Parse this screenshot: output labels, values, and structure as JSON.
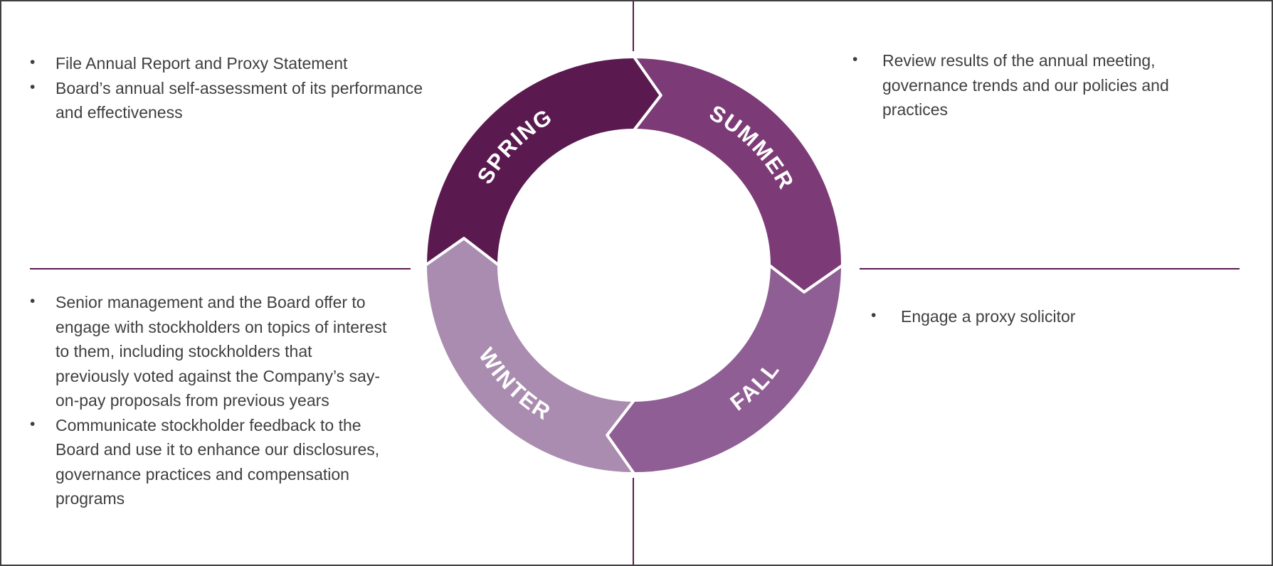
{
  "colors": {
    "spring": "#5A1A50",
    "summer": "#7C3B76",
    "fall": "#8F5E94",
    "winter": "#A98CAF",
    "line": "#5A1A50",
    "text": "#3F3F3F",
    "border": "#404040",
    "season_label": "#FFFFFF"
  },
  "bullet_glyph": "•",
  "diagram": {
    "type": "seasonal-cycle",
    "seasons": [
      {
        "id": "spring",
        "label": "SPRING"
      },
      {
        "id": "summer",
        "label": "SUMMER"
      },
      {
        "id": "fall",
        "label": "FALL"
      },
      {
        "id": "winter",
        "label": "WINTER"
      }
    ]
  },
  "quadrants": {
    "top_left": {
      "bullets": [
        "File Annual Report and Proxy Statement",
        "Board’s annual self-assessment of its performance and effectiveness"
      ]
    },
    "top_right": {
      "bullets": [
        "Review results of the annual meeting, governance trends and our policies and practices"
      ]
    },
    "bottom_left": {
      "bullets": [
        "Senior management and the Board offer to engage with stockholders on topics of interest to them, including stockholders that previously voted against the Company’s say-on-pay proposals from previous years",
        "Communicate stockholder feedback to the Board and use it to enhance our disclosures, governance practices and compensation programs"
      ]
    },
    "bottom_right": {
      "bullets": [
        "Engage a proxy solicitor"
      ]
    }
  }
}
